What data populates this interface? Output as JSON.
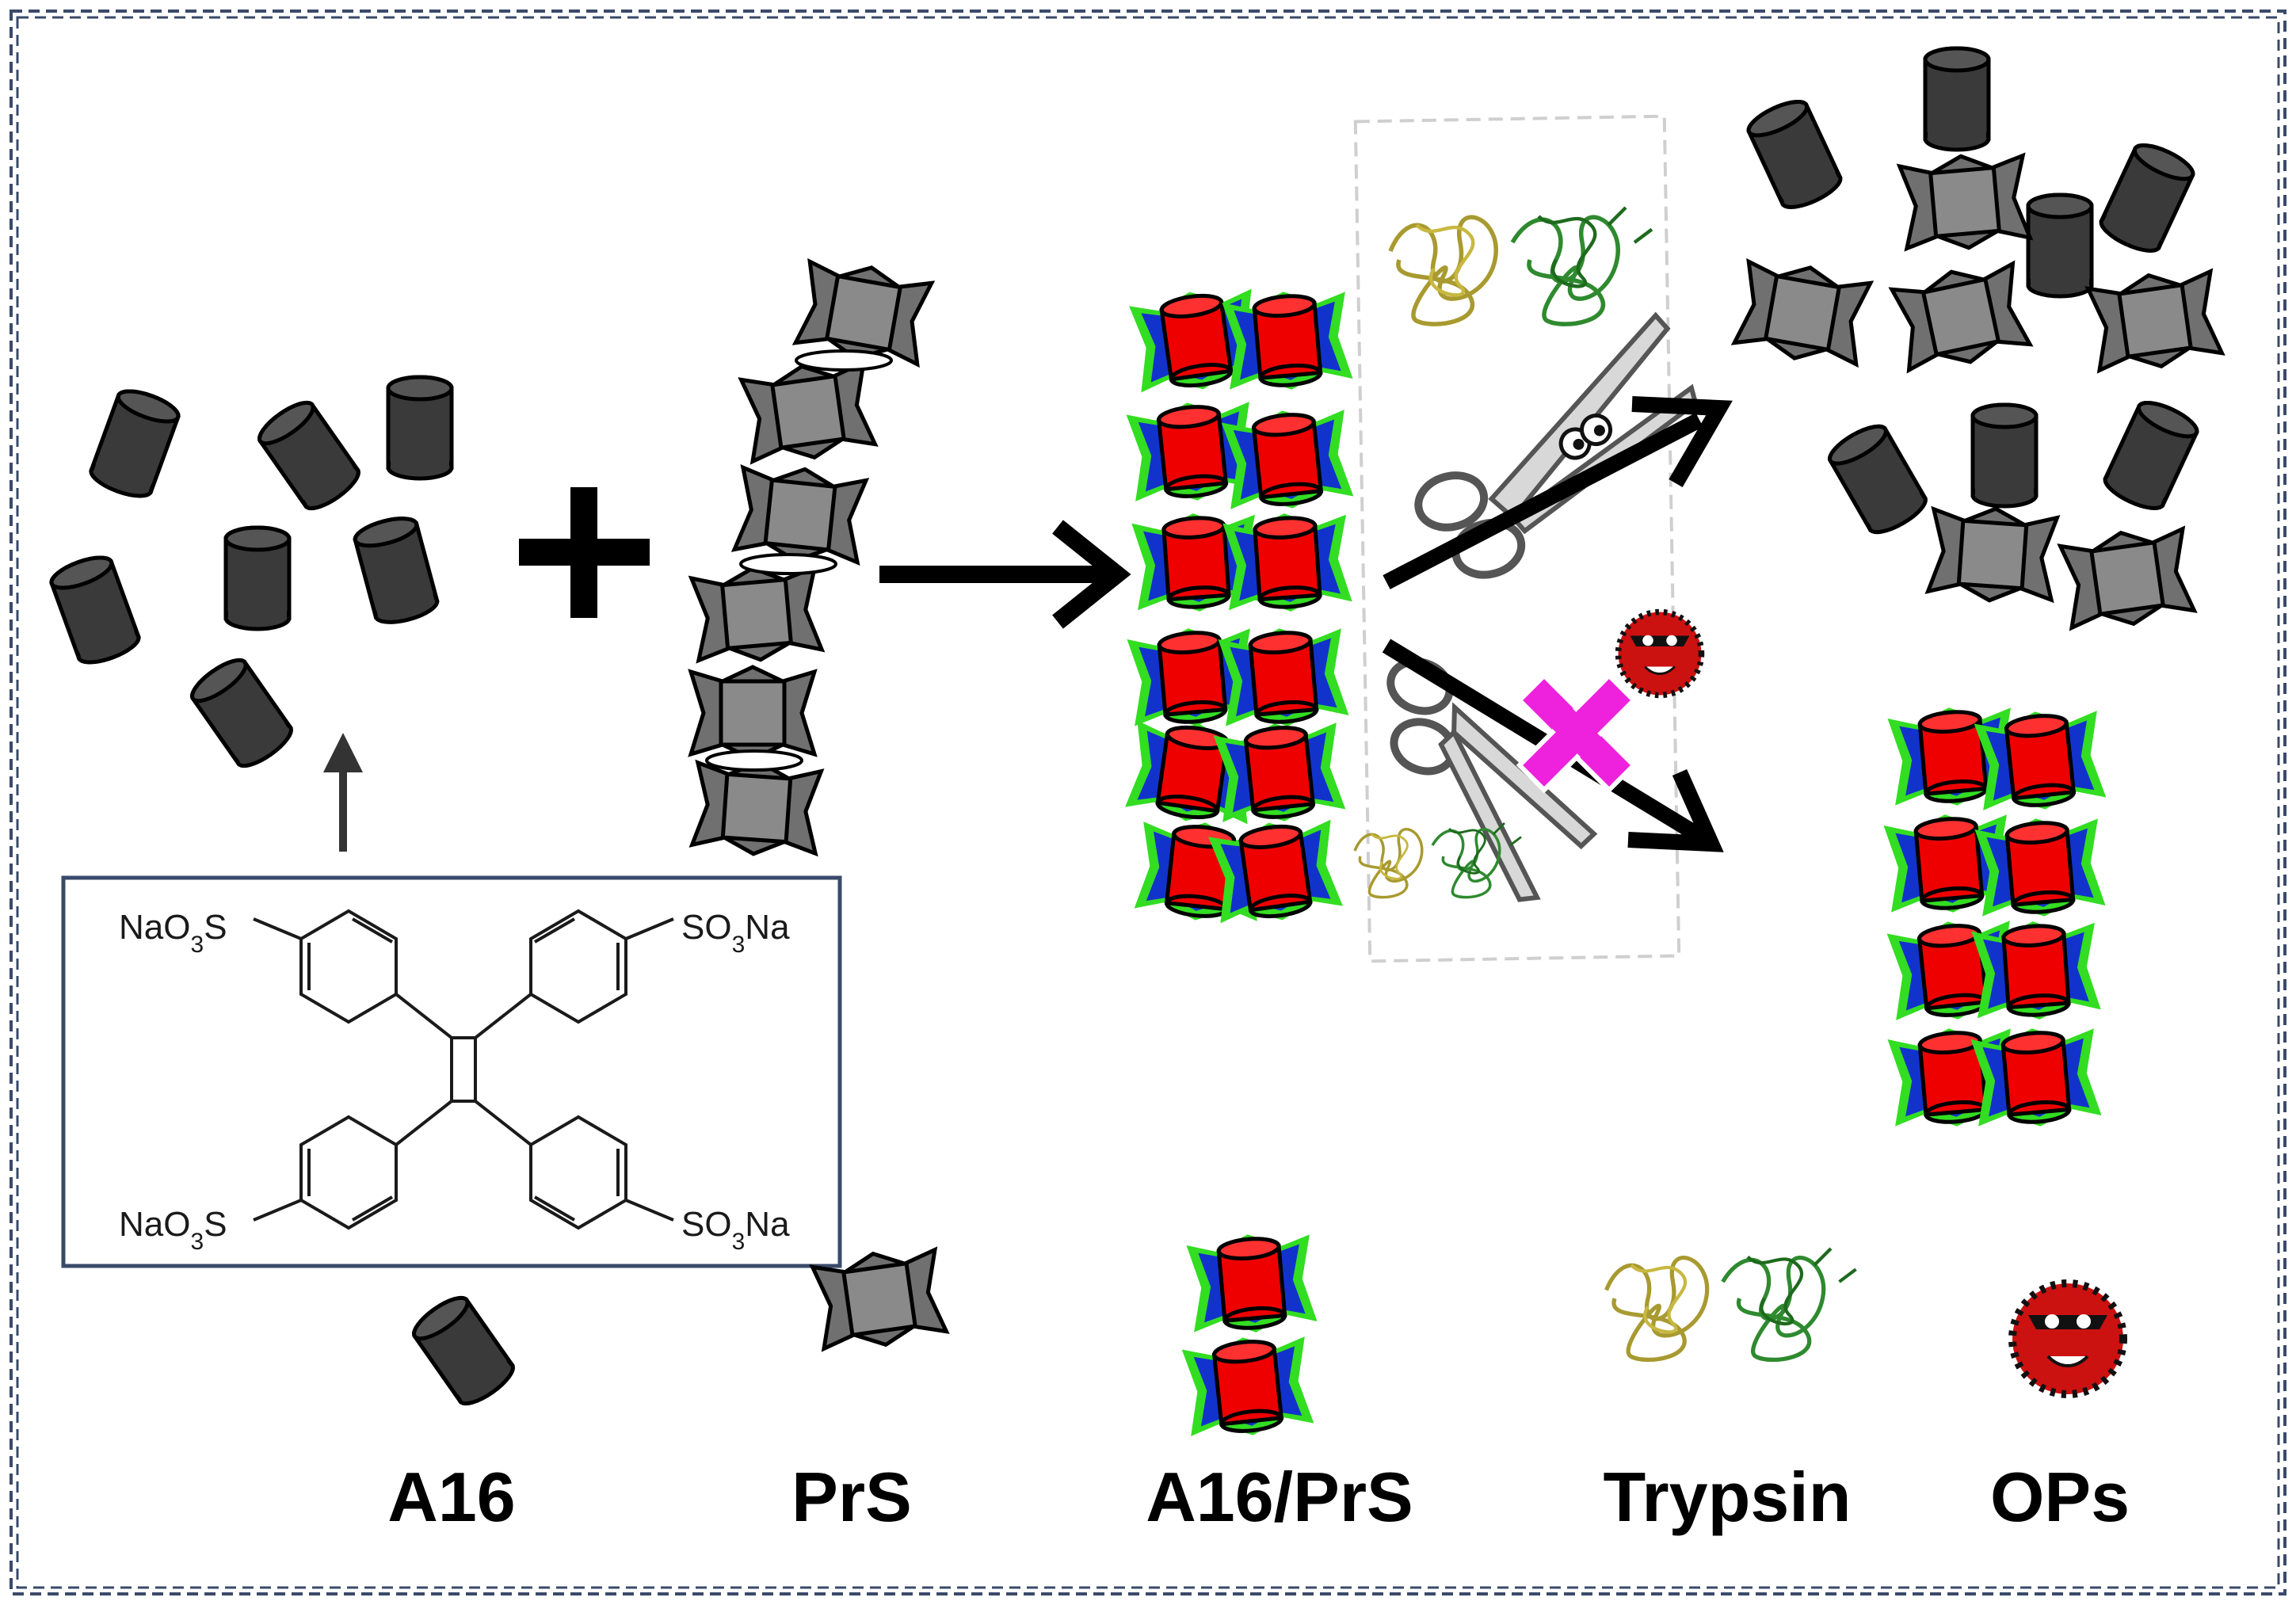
{
  "legend": {
    "a16": "A16",
    "prs": "PrS",
    "complex": "A16/PrS",
    "trypsin": "Trypsin",
    "ops": "OPs"
  },
  "molecule": {
    "substituents": {
      "top_left": "NaO3S",
      "top_right": "SO3Na",
      "bottom_left": "NaO3S",
      "bottom_right": "SO3Na"
    }
  },
  "colors": {
    "a16": "#3a3a3a",
    "prs": "#6e6e6e",
    "complex_cylinder": "#ee0000",
    "complex_star_outer": "#33dd22",
    "complex_star_inner": "#1133cc",
    "inhibit_cross": "#ee22dd",
    "frame": "#3a4a6a",
    "trypsin_yellow": "#a89a30",
    "trypsin_green": "#2f8a2f",
    "ops_red": "#cc1111"
  },
  "icons": {
    "plus": "plus-icon",
    "arrow": "arrow-icon",
    "scissors": "scissors-icon",
    "inhibit": "cross-icon"
  }
}
